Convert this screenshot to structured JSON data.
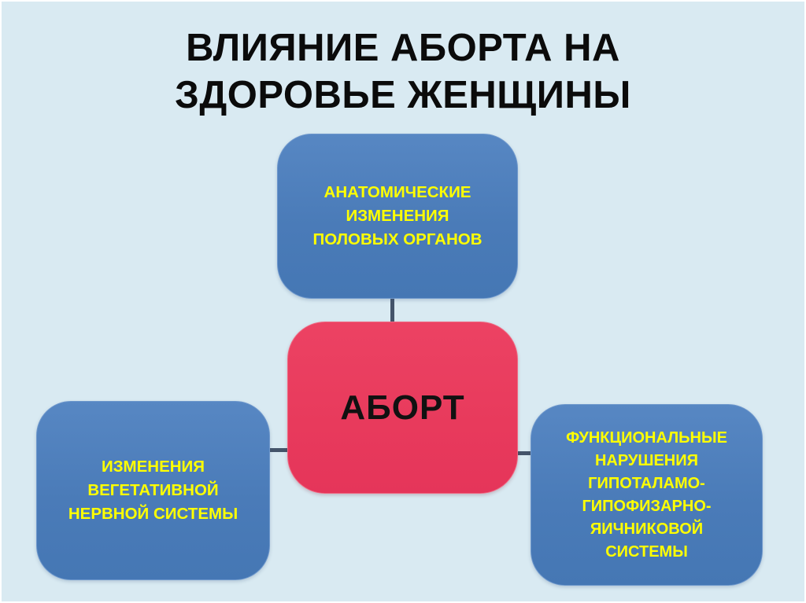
{
  "slide": {
    "title": "ВЛИЯНИЕ АБОРТА НА ЗДОРОВЬЕ ЖЕНЩИНЫ",
    "colors": {
      "background": "#d9eaf2",
      "blue_node": "#4a7bb8",
      "red_node": "#e83a5c",
      "node_text_yellow": "#ffff00",
      "title_text": "#0b0b0b",
      "connector": "#44546a"
    },
    "diagram": {
      "center": {
        "label": "АБОРТ"
      },
      "nodes": [
        {
          "id": "top",
          "label": "АНАТОМИЧЕСКИЕ ИЗМЕНЕНИЯ ПОЛОВЫХ ОРГАНОВ"
        },
        {
          "id": "left",
          "label": "ИЗМЕНЕНИЯ ВЕГЕТАТИВНОЙ НЕРВНОЙ СИСТЕМЫ"
        },
        {
          "id": "right",
          "label": "ФУНКЦИОНАЛЬНЫЕ НАРУШЕНИЯ ГИПОТАЛАМО-ГИПОФИЗАРНО-ЯИЧНИКОВОЙ СИСТЕМЫ"
        }
      ]
    }
  }
}
